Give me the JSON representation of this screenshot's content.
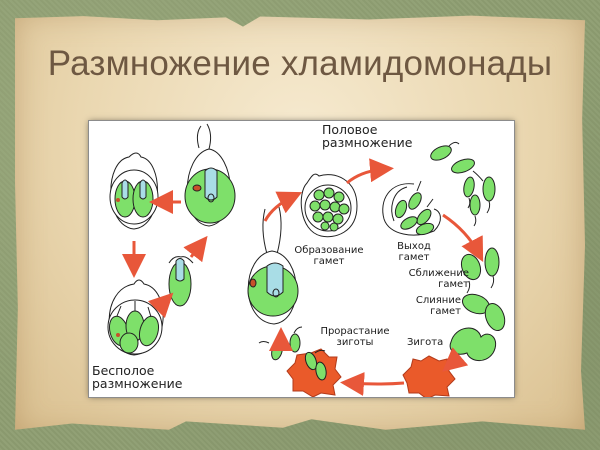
{
  "slide": {
    "title": "Размножение хламидомонады"
  },
  "diagram": {
    "asexual": {
      "label_line1": "Бесполое",
      "label_line2": "размножение"
    },
    "sexual": {
      "label_line1": "Половое",
      "label_line2": "размножение",
      "stages": [
        {
          "line1": "Образование",
          "line2": "гамет"
        },
        {
          "line1": "Выход",
          "line2": "гамет"
        },
        {
          "line1": "Сближение",
          "line2": "гамет"
        },
        {
          "line1": "Слияние",
          "line2": "гамет"
        },
        {
          "line1": "Зигота",
          "line2": ""
        },
        {
          "line1": "Прорастание",
          "line2": "зиготы"
        }
      ]
    },
    "colors": {
      "cell_green": "#7ee06a",
      "chloroplast_dark": "#4cc24a",
      "vacuole_blue": "#a9dde6",
      "eyespot_red": "#c8502a",
      "zygote_orange": "#ea5a2a",
      "arrow_red": "#e8573a"
    }
  }
}
